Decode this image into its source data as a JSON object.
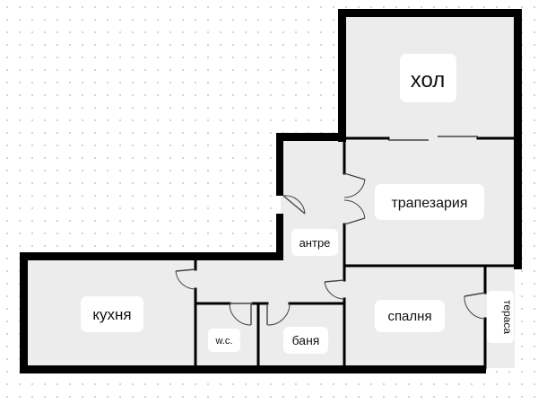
{
  "colors": {
    "background": "#ffffff",
    "grid_dots": "#cfcfcf",
    "room_fill": "#ececec",
    "walls": "#000000",
    "label_background": "#ffffff",
    "label_text": "#111111"
  },
  "rooms": {
    "hol": "хол",
    "trapezariya": "трапезария",
    "antre": "антре",
    "kuhnya": "кухня",
    "wc": "w.c.",
    "banya": "баня",
    "spalnya": "спалня",
    "terasa": "тераса"
  }
}
